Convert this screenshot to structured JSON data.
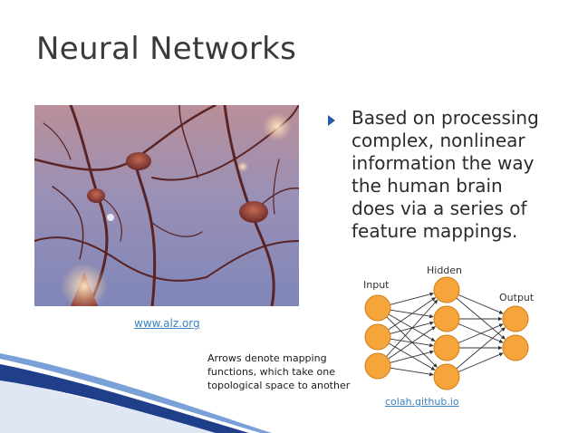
{
  "slide": {
    "title": "Neural Networks",
    "bullet": "Based on processing\ncomplex, nonlinear\ninformation the way\nthe human brain\ndoes via a series of\nfeature mappings.",
    "image_credit_link": "www.alz.org",
    "diagram_caption": "Arrows denote mapping\nfunctions, which take one\ntopological space to another",
    "diagram_credit_link": "colah.github.io"
  },
  "diagram": {
    "labels": {
      "input": "Input",
      "hidden": "Hidden",
      "output": "Output"
    },
    "layers": {
      "input": 3,
      "hidden": 4,
      "output": 2
    },
    "node_color": "#f6a53a",
    "node_stroke": "#d07e17"
  },
  "colors": {
    "title": "#3a3a3a",
    "bullet_marker": "#2a5aa6",
    "link": "#3b82c4",
    "swoosh": "#1f3f8a"
  },
  "icons": {
    "bullet": "triangle-right-icon"
  }
}
